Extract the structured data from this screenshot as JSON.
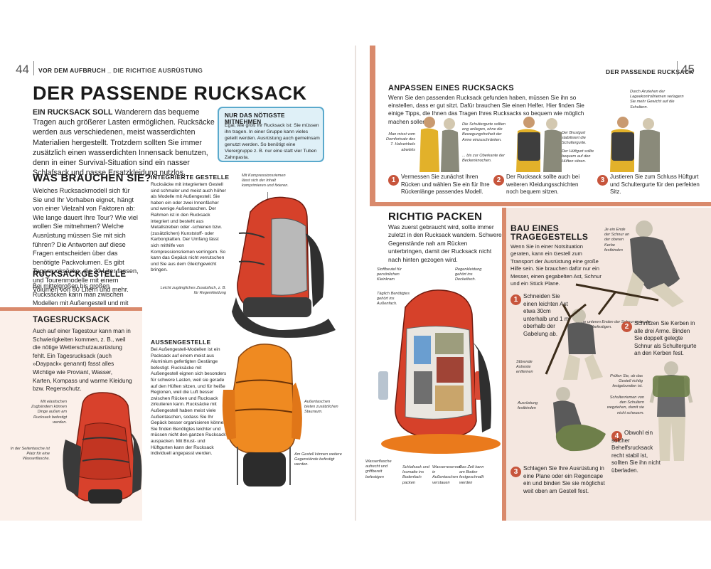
{
  "left_page": {
    "page_number": "44",
    "running_head": "VOR DEM AUFBRUCH",
    "running_sub": "DIE RICHTIGE AUSRÜSTUNG",
    "title": "DER PASSENDE RUCKSACK",
    "intro_lead": "EIN RUCKSACK SOLL",
    "intro_text": "Wanderern das bequeme Tragen auch größerer Lasten ermöglichen. Rucksäcke werden aus verschiedenen, meist wasserdichten Materialien hergestellt. Trotzdem sollten Sie immer zusätzlich einen wasserdichten Innensack benutzen, denn in einer Survival-Situation sind ein nasser Schlafsack und nasse Ersatzkleidung nutzlos.",
    "box": {
      "title": "NUR DAS NÖTIGSTE MITNEHMEN",
      "text": "Egal, wie groß Ihr Rucksack ist: Sie müssen ihn tragen. In einer Gruppe kann vieles geteilt werden. Ausrüstung auch gemeinsam genutzt werden. So benötigt eine Vierergruppe z. B. nur eine statt vier Tuben Zahnpasta."
    },
    "what_title": "WAS BRAUCHEN SIE?",
    "what_text": "Welches Rucksackmodell sich für Sie und Ihr Vorhaben eignet, hängt von einer Vielzahl von Faktoren ab: Wie lange dauert Ihre Tour? Wie viel wollen Sie mitnehmen? Welche Ausrüstung müssen Sie mit sich führen? Die Antworten auf diese Fragen entscheiden über das benötigte Packvolumen. Es gibt Tagesrucksäcke, die 30 Liter fassen, und Tourenmodelle mit einem Volumen von 80 Litern und mehr.",
    "size_title": "RUCKSACKGESTELLE",
    "size_text": "Bei mittelgroßen bis großen Rucksäcken kann man zwischen Modellen mit Außengestell und mit integriertem Gestell wählen.",
    "day_title": "TAGESRUCKSACK",
    "day_text": "Auch auf einer Tagestour kann man in Schwierigkeiten kommen, z. B., weil die nötige Wetterschutzausrüstung fehlt. Ein Tagesrucksack (auch »Daypack« genannt) fasst alles Wichtige wie Proviant, Wasser, Karten, Kompass und warme Kleidung bzw. Regenschutz.",
    "day_cap1": "Mit elastischen Zugbändern können Dinge außen am Rucksack befestigt werden.",
    "day_cap2": "In der Seitentasche ist Platz für eine Wasserflasche.",
    "int_title": "INTEGRIERTE GESTELLE",
    "int_text": "Rucksäcke mit integriertem Gestell sind schmaler und meist auch höher als Modelle mit Außengestell. Sie haben ein oder zwei Innenfächer und wenige Außentaschen. Der Rahmen ist in den Rucksack integriert und besteht aus Metallstreben oder -schienen bzw. (zusätzlichen) Kunststoff- oder Karbonplatten. Der Umfang lässt sich mithilfe von Kompressionsriemen verringern. So kann das Gepäck nicht verrutschen und Sie aus dem Gleichgewicht bringen.",
    "int_cap1": "Mit Kompressionsriemen lässt sich der Inhalt komprimieren und fixieren.",
    "int_cap2": "Leicht zugängliches Zusatzfach, z. B. für Regenkleidung",
    "ext_title": "AUSSENGESTELLE",
    "ext_text": "Bei Außengestell-Modellen ist ein Packsack auf einem meist aus Aluminium gefertigten Gestänge befestigt. Rucksäcke mit Außengestell eignen sich besonders für schwere Lasten, weil sie gerade auf den Hüften sitzen, und für heiße Regionen, weil die Luft besser zwischen Rücken und Rucksack zirkulieren kann. Rucksäcke mit Außengestell haben meist viele Außentaschen, sodass Sie Ihr Gepäck besser organisieren können. Sie finden Benötigtes leichter und müssen nicht den ganzen Rucksack auspacken. Mit Brust- und Hüftgurten kann der Rucksack individuell angepasst werden.",
    "ext_cap1": "Außentaschen bieten zusätzlichen Stauraum.",
    "ext_cap2": "Am Gestell können weitere Gegenstände befestigt werden."
  },
  "right_page": {
    "page_number": "45",
    "running_head": "DER PASSENDE RUCKSACK",
    "fit_title": "ANPASSEN EINES RUCKSACKS",
    "fit_text": "Wenn Sie den passenden Rucksack gefunden haben, müssen Sie ihn so einstellen, dass er gut sitzt. Dafür brauchen Sie einen Helfer. Hier finden Sie einige Tipps, die Ihnen das Tragen Ihres Rucksacks so bequem wie möglich machen sollen.",
    "fit_cap_a": "Man misst vom Dornfortsatz des 7. Halswirbels abwärts",
    "fit_cap_b": "Die Schultergurte sollten eng anliegen, ohne die Bewegungsfreiheit der Arme einzuschränken.",
    "fit_cap_c": "... bis zur Oberkante der Beckenknochen.",
    "fit_cap_d": "Der Brustgurt stabilisiert die Schultergurte.",
    "fit_cap_e": "Der Hüftgurt sollte bequem auf den Hüften sitzen.",
    "fit_cap_f": "Durch Anziehen der Lageekontrollriemen verlagern Sie mehr Gewicht auf die Schultern.",
    "fit_steps": [
      {
        "num": "1",
        "text": "Vermessen Sie zunächst Ihren Rücken und wählen Sie ein für Ihre Rückenlänge passendes Modell."
      },
      {
        "num": "2",
        "text": "Der Rucksack sollte auch bei weiteren Kleidungsschichten noch bequem sitzen."
      },
      {
        "num": "3",
        "text": "Justieren Sie zum Schluss Hüftgurt und Schultergurte für den perfekten Sitz."
      }
    ],
    "pack_title": "RICHTIG PACKEN",
    "pack_text": "Was zuerst gebraucht wird, sollte immer zuletzt in den Rucksack wandern. Schwere Gegenstände nah am Rücken unterbringen, damit der Rucksack nicht nach hinten gezogen wird.",
    "pack_caps": [
      "Stoffbeutel für persönlichen Kleinkram",
      "Regenkleidung gehört ins Deckelfach.",
      "Täglich Benötigtes gehört ins Außenfach.",
      "Wasserflasche aufrecht und griffbereit befestigen",
      "Schlafsack und Isomatte ins Bodenfach packen",
      "Wasserreserven in Außentaschen verstauen",
      "Das Zelt kann am Boden festgeschnallt werden"
    ],
    "frame_title_1": "BAU EINES",
    "frame_title_2": "TRAGEGESTELLS",
    "frame_text": "Wenn Sie in einer Notsituation geraten, kann ein Gestell zum Transport der Ausrüstung eine große Hilfe sein. Sie brauchen dafür nur ein Messer, einen gegabelten Ast, Schnur und ein Stück Plane.",
    "frame_cap_a": "Je ein Ende der Schnur an der oberen Kerbe festbinden",
    "frame_cap_b": "Beide unteren Enden der Schnur unter der Astgabel befestigen.",
    "frame_cap_c": "Störende Astreste entfernen",
    "frame_cap_d": "Prüfen Sie, ob das Gestell richtig festgebunden ist.",
    "frame_cap_e": "Schulterriemen von den Schultern wegziehen, damit sie nicht scheuern.",
    "frame_cap_f": "Ausrüstung festbinden",
    "frame_steps": [
      {
        "num": "1",
        "text": "Schneiden Sie einen leichten Ast etwa 30cm unterhalb und 1 m oberhalb der Gabelung ab."
      },
      {
        "num": "2",
        "text": "Schnitzen Sie Kerben in alle drei Arme. Binden Sie doppelt gelegte Schnur als Schultergurte an den Kerben fest."
      },
      {
        "num": "3",
        "text": "Schlagen Sie Ihre Ausrüstung in eine Plane oder ein Regencape ein und binden Sie sie möglichst weit oben am Gestell fest."
      },
      {
        "num": "4",
        "text": "Obwohl ein solcher Behelfsrucksack recht stabil ist, sollten Sie ihn nicht überladen."
      }
    ]
  }
}
